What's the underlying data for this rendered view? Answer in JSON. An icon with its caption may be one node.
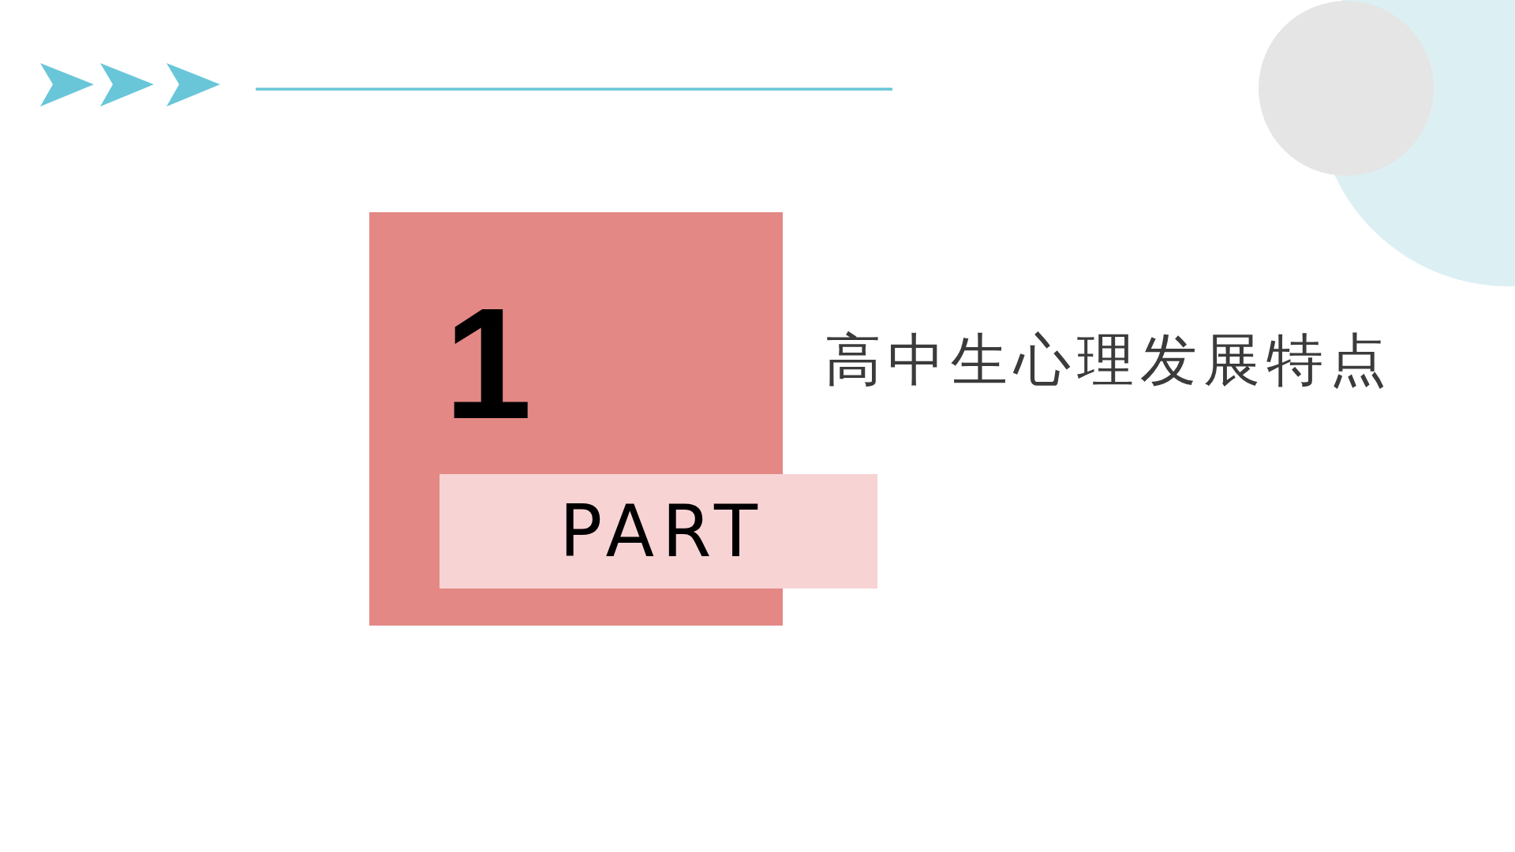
{
  "diagram": {
    "title": "高中生心理发展特点",
    "nodes": [
      {
        "text": [
          "1"
        ]
      },
      {
        "text": [
          "PART"
        ]
      }
    ]
  }
}
